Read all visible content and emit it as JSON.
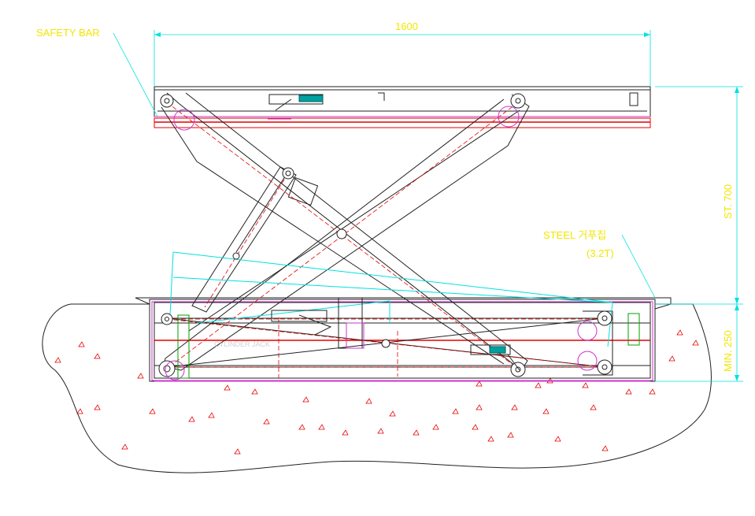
{
  "labels": {
    "safety_bar": "SAFETY BAR",
    "steel_cover_line1": "STEEL 거푸집",
    "steel_cover_line2": "(3.2T)",
    "cylinder_jack": "CYLINDER JACK"
  },
  "dimensions": {
    "width": "1600",
    "stroke": "ST. 700",
    "pit_depth": "MIN. 250"
  },
  "colors": {
    "outline": "#222222",
    "red_line": "#e60000",
    "magenta": "#cc33cc",
    "cyan": "#00e0e0",
    "yellow_text": "#f2e600",
    "concrete_mark": "#e60000",
    "green": "#00a000"
  }
}
